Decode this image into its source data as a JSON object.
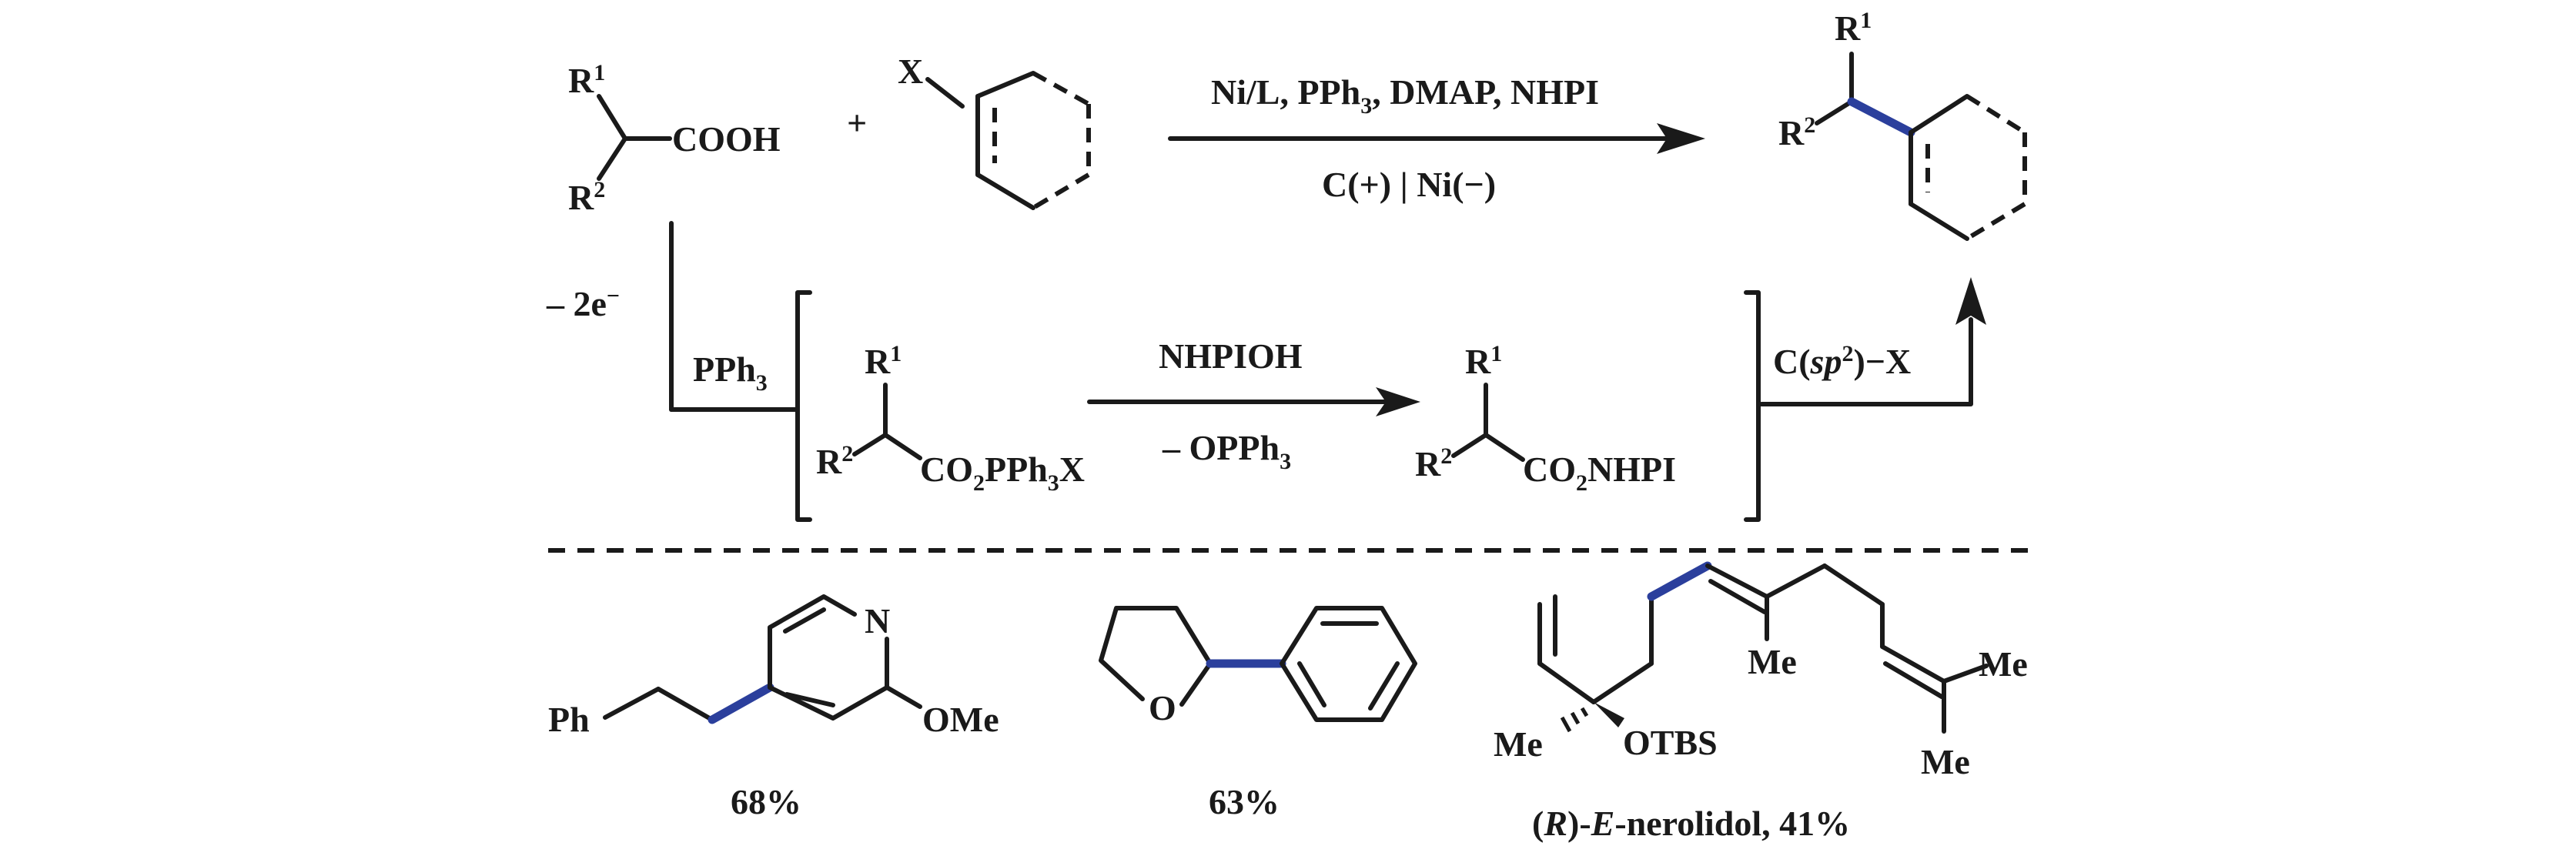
{
  "top": {
    "acid_r1": "R",
    "acid_r1_sup": "1",
    "acid_cooh": "COOH",
    "acid_r2": "R",
    "acid_r2_sup": "2",
    "plus": "+",
    "aryl_x": "X",
    "cond1_a": "Ni/L, PPh",
    "cond1_sub": "3",
    "cond1_b": ", DMAP, NHPI",
    "cond2": "C(+) | Ni(−)",
    "prod_r1": "R",
    "prod_r1_sup": "1",
    "prod_r2": "R",
    "prod_r2_sup": "2"
  },
  "mechanism": {
    "minus_2e": "– 2e",
    "minus_2e_sup": "−",
    "pph3": "PPh",
    "pph3_sub": "3",
    "int1_r1": "R",
    "int1_r1_sup": "1",
    "int1_r2": "R",
    "int1_r2_sup": "2",
    "int1_group_a": "CO",
    "int1_group_sub1": "2",
    "int1_group_b": "PPh",
    "int1_group_sub2": "3",
    "int1_group_c": "X",
    "arrow_above": "NHPIOH",
    "arrow_below_a": "– OPPh",
    "arrow_below_sub": "3",
    "int2_r1": "R",
    "int2_r1_sup": "1",
    "int2_r2": "R",
    "int2_r2_sup": "2",
    "int2_group_a": "CO",
    "int2_group_sub": "2",
    "int2_group_b": "NHPI",
    "csp2x_a": "C(",
    "csp2x_italic": "sp",
    "csp2x_sup": "2",
    "csp2x_b": ")−X"
  },
  "examples": [
    {
      "labels": {
        "n": "N",
        "ph": "Ph",
        "ome": "OMe"
      },
      "yield": "68%"
    },
    {
      "labels": {
        "o": "O"
      },
      "yield": "63%"
    },
    {
      "labels": {
        "me_ring": "Me",
        "me_a": "Me",
        "me_b": "Me",
        "me_quat": "Me",
        "otbs": "OTBS"
      },
      "yield_r": "R",
      "yield_e": "E",
      "yield_rest": "-nerolidol, 41%"
    }
  ]
}
